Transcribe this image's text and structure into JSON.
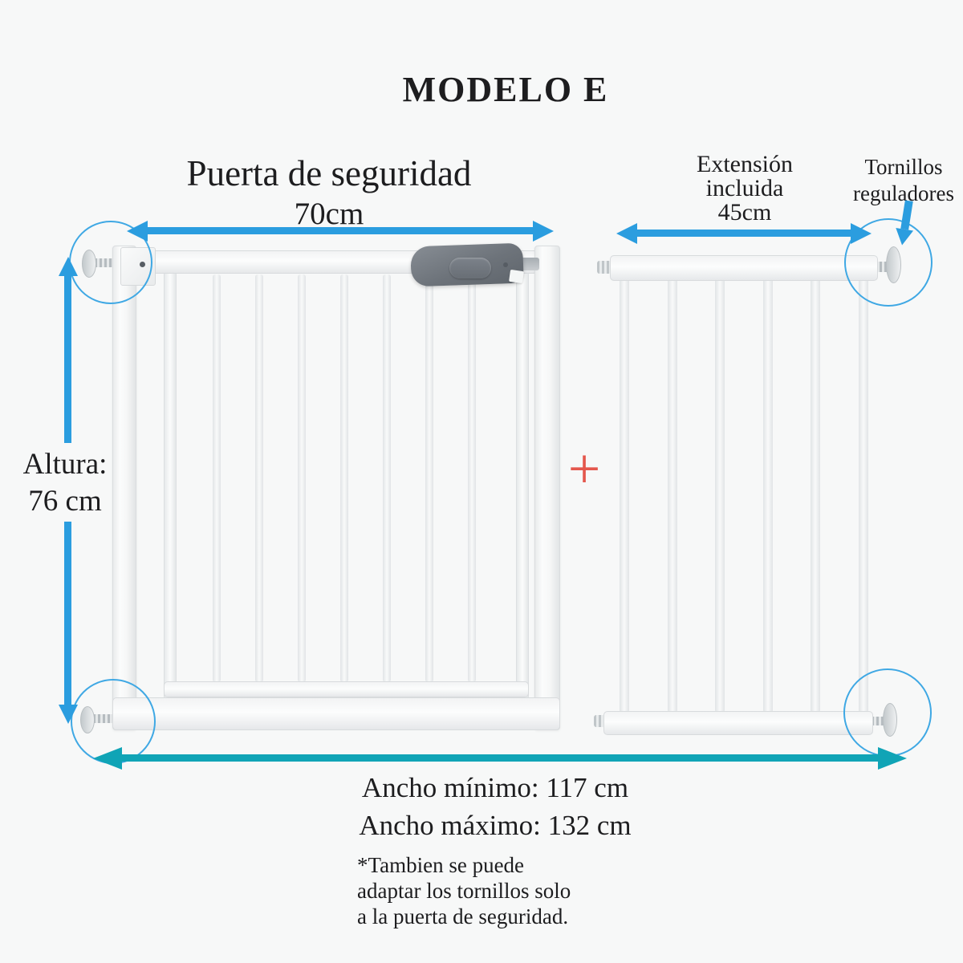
{
  "title": "MODELO E",
  "main_gate": {
    "name_label": "Puerta de seguridad",
    "width_label": "70cm"
  },
  "extension_gate": {
    "label_lines": [
      "Extensión",
      "incluida",
      "45cm"
    ]
  },
  "adjusting_screws": {
    "label_lines": [
      "Tornillos",
      "reguladores"
    ]
  },
  "height_dimension": {
    "label": "Altura:",
    "value": "76 cm"
  },
  "plus_symbol": "+",
  "width_summary": {
    "min": "Ancho mínimo: 117 cm",
    "max": "Ancho máximo: 132 cm"
  },
  "footnote_lines": [
    "*Tambien se puede",
    "adaptar los tornillos solo",
    "a la puerta de seguridad."
  ],
  "colors": {
    "dimension_arrow_blue": "#2b9ddf",
    "total_width_arrow_teal": "#10a4b6",
    "highlight_circle_blue": "#3fa8e4",
    "plus_red": "#e4574d",
    "latch_gray": "#70767e",
    "text_dark": "#1d1d1f",
    "background": "#f7f8f8"
  }
}
